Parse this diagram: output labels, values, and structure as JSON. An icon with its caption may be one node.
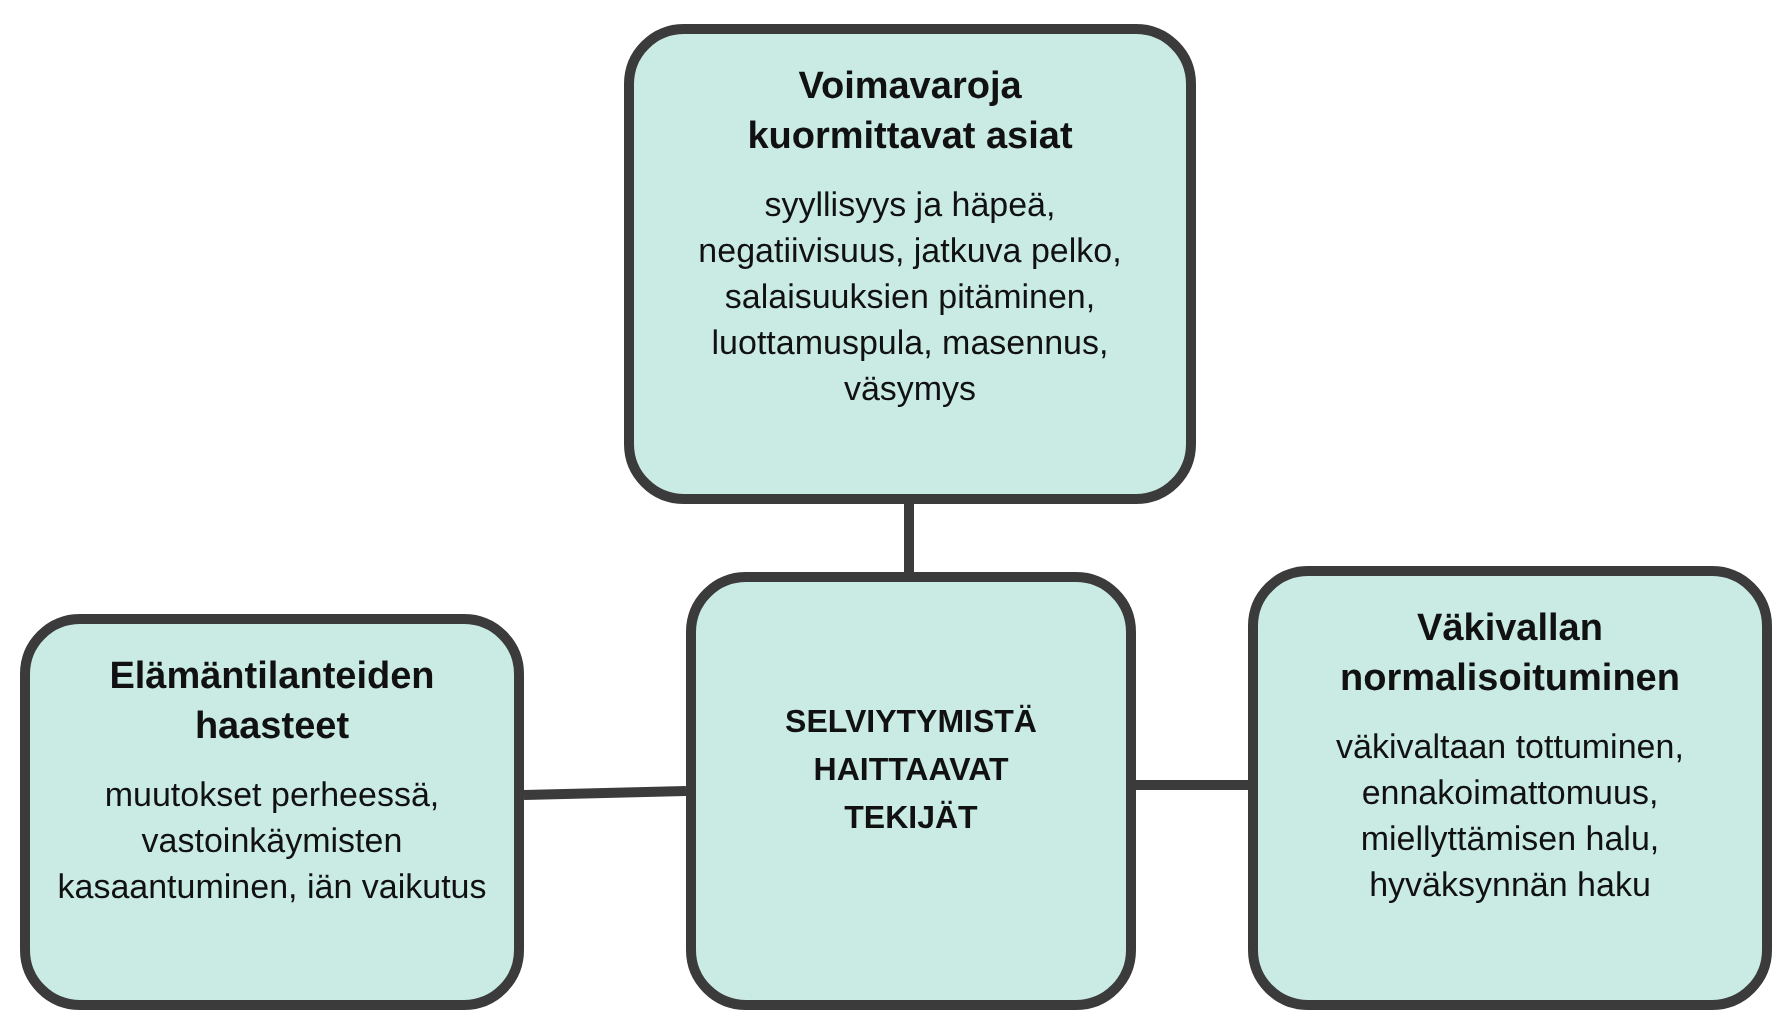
{
  "diagram": {
    "nodes": [
      {
        "text": [
          "Voimavaroja kuormittavat asiat",
          "syyllisyys ja häpeä, negatiivisuus, jatkuva pelko, salaisuuksien pitäminen, luottamuspula, masennus, väsymys"
        ]
      },
      {
        "text": [
          "Elämäntilanteiden haasteet",
          "muutokset perheessä, vastoinkäymisten kasaantuminen, iän vaikutus"
        ]
      },
      {
        "text": [
          "SELVIYTYMISTÄ HAITTAAVAT TEKIJÄT"
        ]
      },
      {
        "text": [
          "Väkivallan normalisoituminen",
          "väkivaltaan tottuminen, ennakoimattomuus, miellyttämisen halu, hyväksynnän haku"
        ]
      }
    ],
    "edges": [
      {
        "from": 2,
        "to": 0,
        "arrow": "none"
      },
      {
        "from": 2,
        "to": 1,
        "arrow": "none"
      },
      {
        "from": 2,
        "to": 3,
        "arrow": "none"
      }
    ]
  }
}
